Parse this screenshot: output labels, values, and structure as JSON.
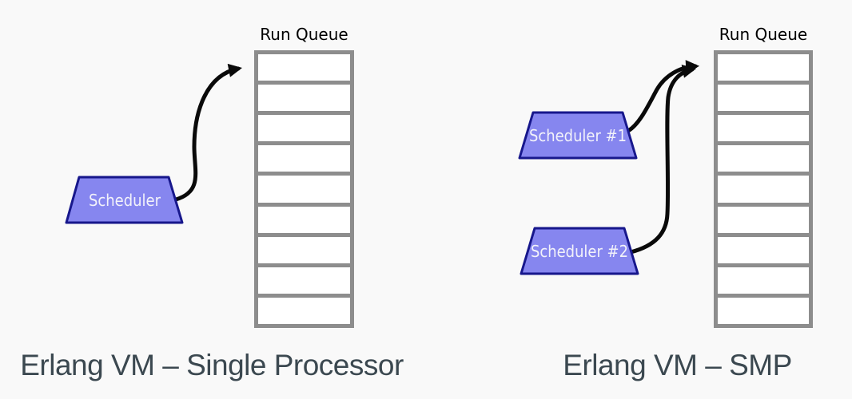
{
  "canvas": {
    "background": "#f9f9f9"
  },
  "colors": {
    "queue_border": "#8d8d8d",
    "queue_cell_fill": "#ffffff",
    "scheduler_fill": "#8686ef",
    "scheduler_border": "#17178c",
    "scheduler_text": "#f2f2fa",
    "arrow": "#0a0a0a",
    "run_queue_label_color": "#000000",
    "caption_color": "#3b4850"
  },
  "left_diagram": {
    "run_queue_label": "Run Queue",
    "queue_cells": 9,
    "scheduler_label": "Scheduler",
    "caption": "Erlang VM – Single Processor"
  },
  "right_diagram": {
    "run_queue_label": "Run Queue",
    "queue_cells": 9,
    "scheduler1_label": "Scheduler #1",
    "scheduler2_label": "Scheduler #2",
    "caption": "Erlang VM – SMP"
  }
}
